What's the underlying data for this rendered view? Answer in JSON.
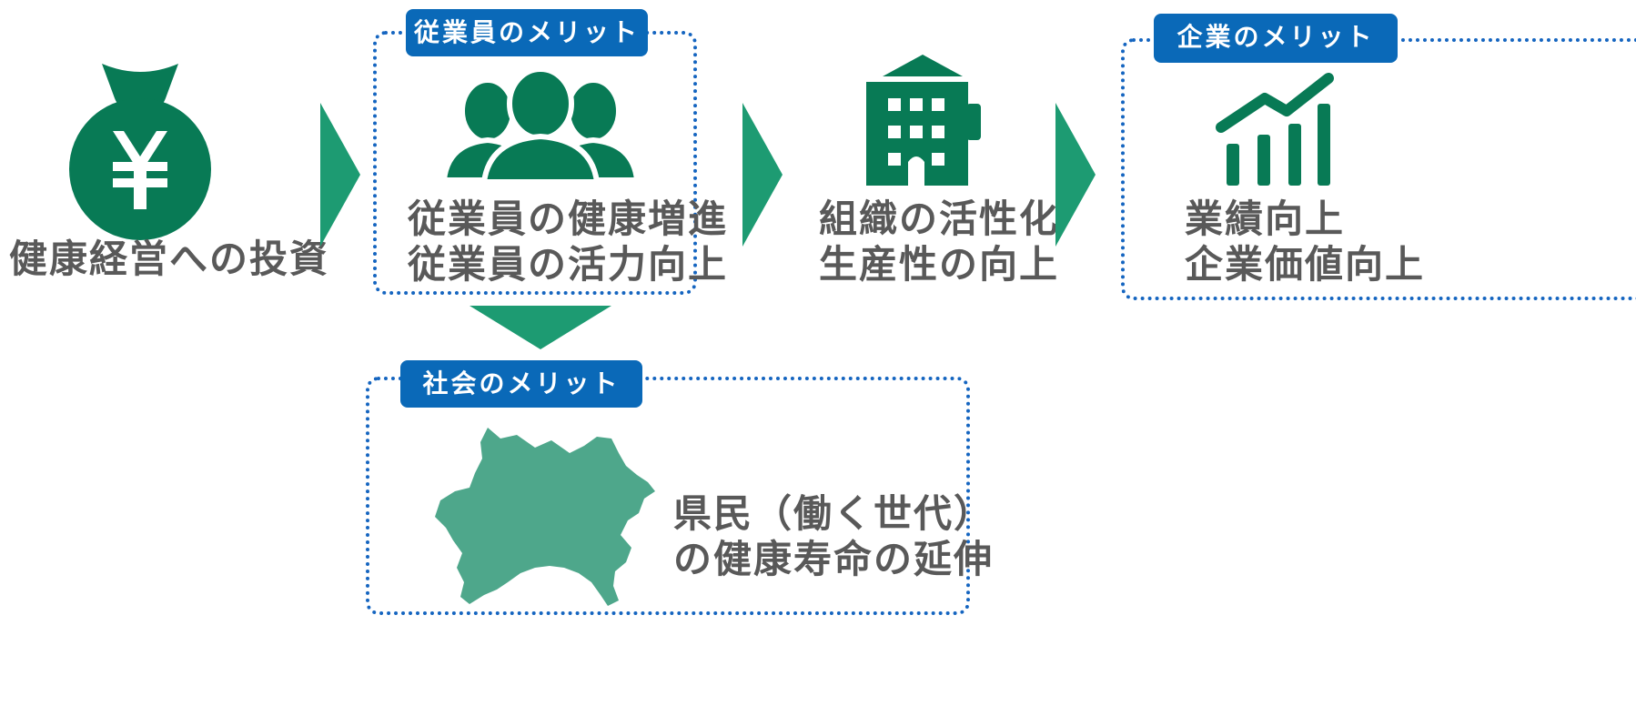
{
  "investment": {
    "label": "健康経営への投資",
    "icon": "yen-money-bag-icon"
  },
  "employee": {
    "tag": "従業員のメリット",
    "lines": [
      "従業員の健康増進",
      "従業員の活力向上"
    ],
    "icon": "people-group-icon"
  },
  "organization": {
    "lines": [
      "組織の活性化",
      "生産性の向上"
    ],
    "icon": "office-building-icon"
  },
  "company": {
    "tag": "企業のメリット",
    "lines": [
      "業績向上",
      "企業価値向上"
    ],
    "icon": "growth-chart-icon"
  },
  "society": {
    "tag": "社会のメリット",
    "lines": [
      "県民（働く世代）",
      "の健康寿命の延伸"
    ],
    "icon": "kanagawa-map-icon"
  },
  "colors": {
    "icon_green": "#087a55",
    "arrow_green": "#1d9b72",
    "map_green": "#4ea78b",
    "tag_blue": "#0a69b8",
    "dot_blue": "#1565c0",
    "text_gray": "#595959"
  }
}
